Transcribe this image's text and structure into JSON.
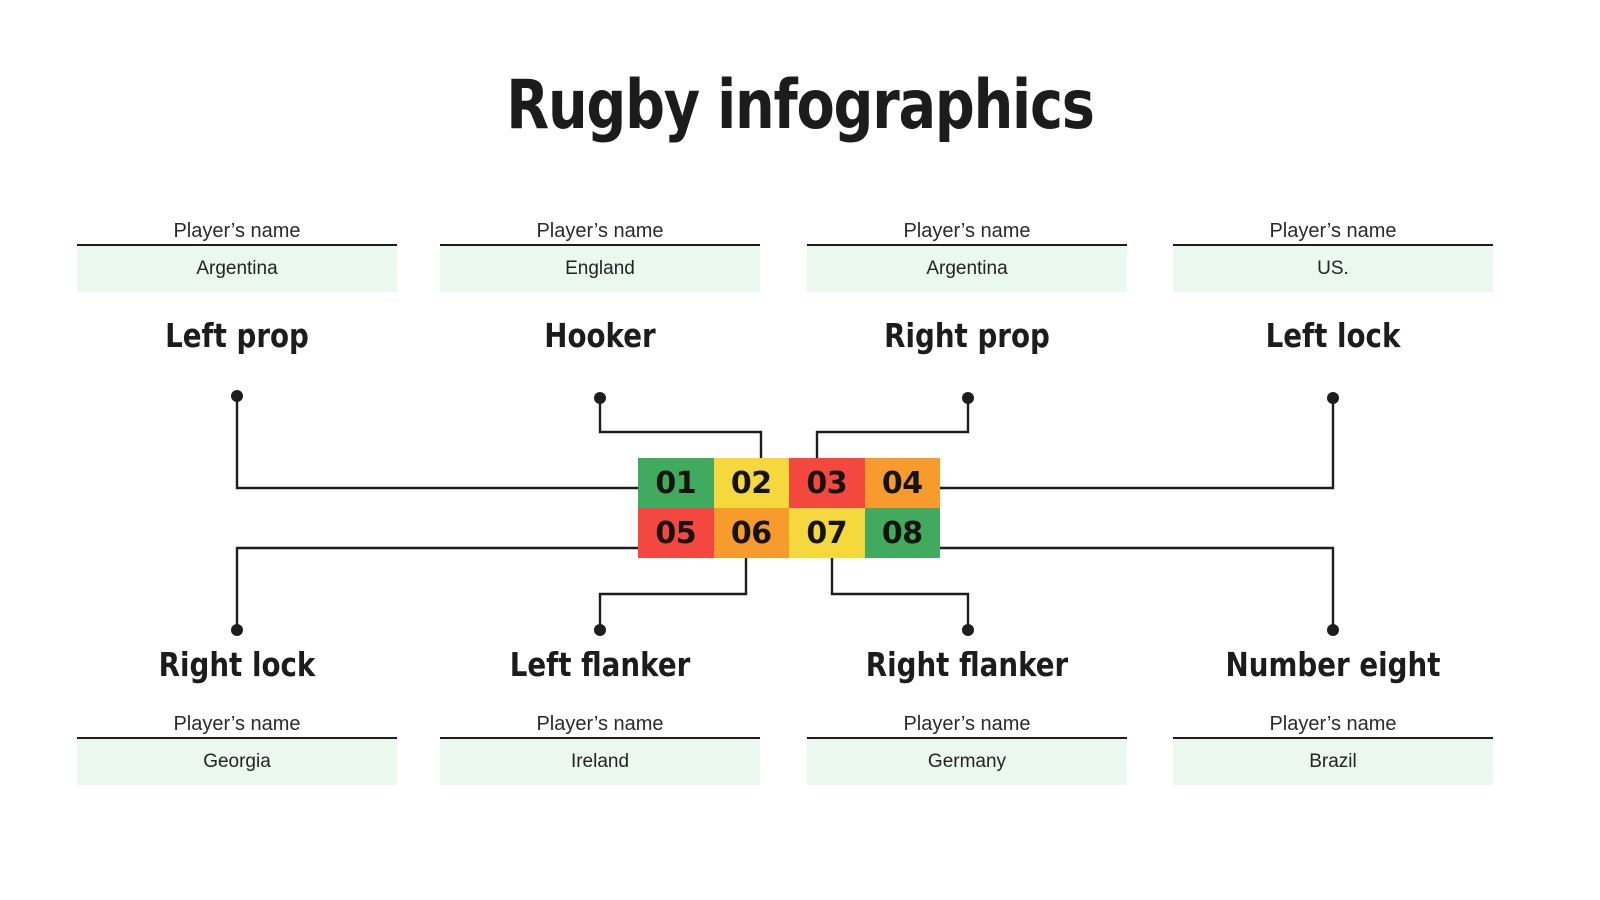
{
  "title": "Rugby infographics",
  "labels": {
    "player_name": "Player’s name"
  },
  "colors": {
    "green": "#40aa5f",
    "yellow": "#f5d83c",
    "red": "#f4473f",
    "orange": "#f79c2c",
    "country_box": "#eaf8ed",
    "text": "#1c1c1c",
    "line": "#1d1d1d"
  },
  "top_cards": [
    {
      "player_label": "Player’s name",
      "country": "Argentina",
      "position": "Left prop",
      "number": "01"
    },
    {
      "player_label": "Player’s name",
      "country": "England",
      "position": "Hooker",
      "number": "02"
    },
    {
      "player_label": "Player’s name",
      "country": "Argentina",
      "position": "Right prop",
      "number": "03"
    },
    {
      "player_label": "Player’s name",
      "country": "US.",
      "position": "Left lock",
      "number": "04"
    }
  ],
  "bottom_cards": [
    {
      "position": "Right lock",
      "player_label": "Player’s name",
      "country": "Georgia",
      "number": "05"
    },
    {
      "position": "Left flanker",
      "player_label": "Player’s name",
      "country": "Ireland",
      "number": "06"
    },
    {
      "position": "Right flanker",
      "player_label": "Player’s name",
      "country": "Germany",
      "number": "07"
    },
    {
      "position": "Number eight",
      "player_label": "Player’s name",
      "country": "Brazil",
      "number": "08"
    }
  ],
  "grid": {
    "row_top": [
      {
        "number": "01",
        "color": "#40aa5f"
      },
      {
        "number": "02",
        "color": "#f5d83c"
      },
      {
        "number": "03",
        "color": "#f4473f"
      },
      {
        "number": "04",
        "color": "#f79c2c"
      }
    ],
    "row_bottom": [
      {
        "number": "05",
        "color": "#f4473f"
      },
      {
        "number": "06",
        "color": "#f79c2c"
      },
      {
        "number": "07",
        "color": "#f5d83c"
      },
      {
        "number": "08",
        "color": "#40aa5f"
      }
    ]
  }
}
